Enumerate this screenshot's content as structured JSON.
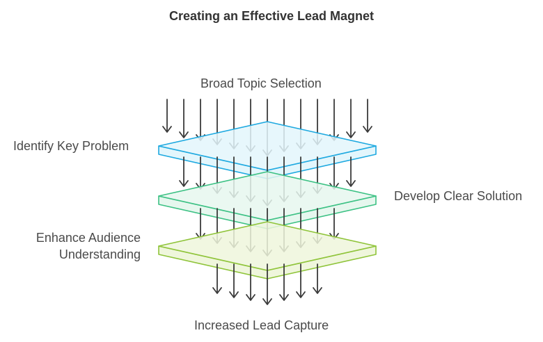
{
  "title": "Creating an Effective Lead Magnet",
  "labels": {
    "top": "Broad Topic Selection",
    "layer1": "Identify Key Problem",
    "layer2": "Develop Clear Solution",
    "layer3_line1": "Enhance Audience",
    "layer3_line2": "Understanding",
    "bottom": "Increased Lead Capture"
  },
  "colors": {
    "layer1_fill": "#e3f6fc",
    "layer1_stroke": "#1ea9e0",
    "layer2_fill": "#e6f7ee",
    "layer2_stroke": "#3cc184",
    "layer3_fill": "#eff6dc",
    "layer3_stroke": "#8fc43a",
    "arrow": "#3a3a3a",
    "text": "#4a4a4a"
  },
  "icons": [
    "down-arrow-icon"
  ]
}
